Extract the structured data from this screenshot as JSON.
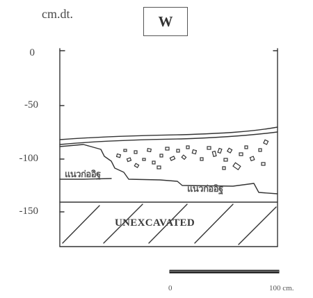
{
  "header": {
    "unit_label": "cm.dt.",
    "wall_label": "W"
  },
  "depth_axis": {
    "ticks": [
      "0",
      "-50",
      "-100",
      "-150"
    ]
  },
  "section": {
    "layer_label_1": "แนวก่ออิฐ",
    "layer_label_2": "แนวก่ออิฐ",
    "unexcavated_label": "UNEXCAVATED"
  },
  "scale_bar": {
    "start_label": "0",
    "end_label": "100 cm."
  }
}
